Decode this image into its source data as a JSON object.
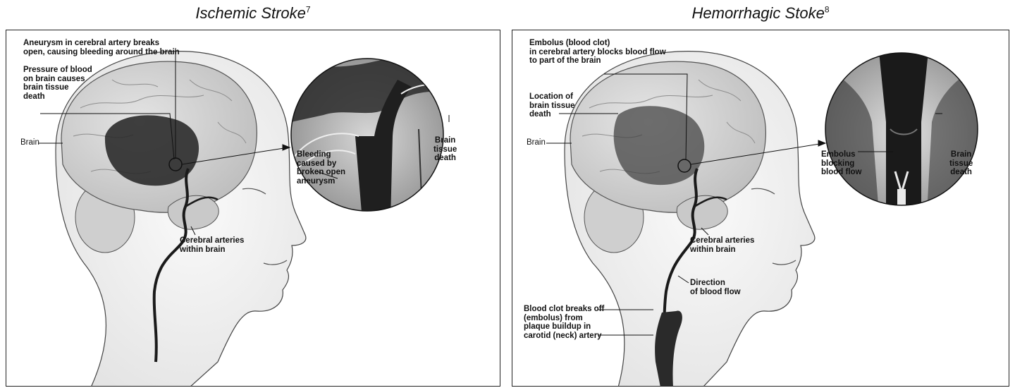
{
  "panels": [
    {
      "title": "Ischemic Stroke",
      "title_ref": "7",
      "labels": {
        "aneurysm": [
          "Aneurysm in cerebral artery breaks",
          "open, causing bleeding around the brain"
        ],
        "pressure": [
          "Pressure of blood",
          "on brain causes",
          "brain tissue",
          "death"
        ],
        "brain": "Brain",
        "arteries": [
          "Cerebral arteries",
          "within brain"
        ],
        "bleeding": [
          "Bleeding",
          "caused by",
          "broken open",
          "aneurysm"
        ],
        "tissue_death": [
          "Brain",
          "tissue",
          "death"
        ]
      }
    },
    {
      "title": "Hemorrhagic Stoke",
      "title_ref": "8",
      "labels": {
        "embolus_clot": [
          "Embolus (blood clot)",
          "in cerebral artery blocks blood flow",
          "to part of the brain"
        ],
        "location": [
          "Location of",
          "brain tissue",
          "death"
        ],
        "brain": "Brain",
        "arteries": [
          "Cerebral arteries",
          "within brain"
        ],
        "direction": [
          "Direction",
          "of blood flow"
        ],
        "clot_breaks": [
          "Blood clot breaks off",
          "(embolus) from",
          "plaque buildup in",
          "carotid (neck) artery"
        ],
        "embolus_blocking": [
          "Embolus",
          "blocking",
          "blood flow"
        ],
        "tissue_death": [
          "Brain",
          "tissue",
          "death"
        ]
      }
    }
  ],
  "colors": {
    "outline": "#222222",
    "skin": "#f3f3f3",
    "brain": "#d6d6d6",
    "damage": "#2b2b2b",
    "vessel": "#1a1a1a"
  }
}
